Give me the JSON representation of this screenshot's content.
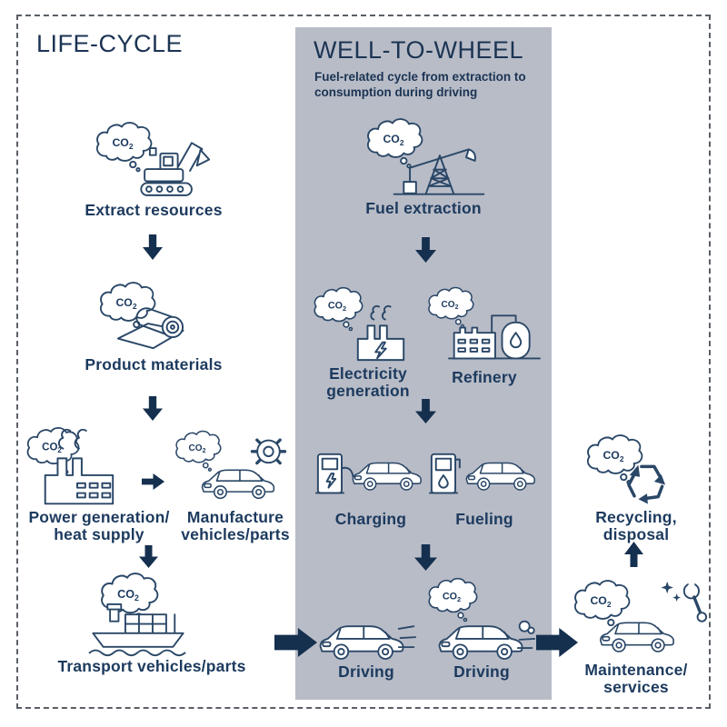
{
  "colors": {
    "navy_arrow": "#152f4e",
    "label_text": "#1c3a5e",
    "band_bg": "#b8bcc7",
    "border_gray": "#5a5f66",
    "icon_stroke": "#2a4767",
    "title_text": "#1b3453"
  },
  "lifecycle": {
    "title": "LIFE-CYCLE"
  },
  "well_to_wheel": {
    "title": "WELL-TO-WHEEL",
    "subtitle_line1": "Fuel-related cycle from extraction to",
    "subtitle_line2": "consumption during driving"
  },
  "co2": {
    "main": "CO",
    "sub": "2"
  },
  "stages": {
    "extract_resources": {
      "label": "Extract resources",
      "icon": "excavator-icon",
      "has_co2": true
    },
    "product_materials": {
      "label": "Product materials",
      "icon": "material-roll-icon",
      "has_co2": true
    },
    "power_generation": {
      "label_line1": "Power generation/",
      "label_line2": "heat supply",
      "icon": "factory-icon",
      "has_co2": true
    },
    "manufacture": {
      "label_line1": "Manufacture",
      "label_line2": "vehicles/parts",
      "icon": "car-gear-icon",
      "has_co2": true
    },
    "transport": {
      "label": "Transport vehicles/parts",
      "icon": "ship-icon",
      "has_co2": true
    },
    "fuel_extraction": {
      "label": "Fuel extraction",
      "icon": "oil-pump-icon",
      "has_co2": true
    },
    "electricity_generation": {
      "label_line1": "Electricity",
      "label_line2": "generation",
      "icon": "power-plant-icon",
      "has_co2": true
    },
    "refinery": {
      "label": "Refinery",
      "icon": "refinery-icon",
      "has_co2": true
    },
    "charging": {
      "label": "Charging",
      "icon": "charging-car-icon",
      "has_co2": false
    },
    "fueling": {
      "label": "Fueling",
      "icon": "fueling-car-icon",
      "has_co2": false
    },
    "driving_left": {
      "label": "Driving",
      "icon": "driving-car-icon",
      "has_co2": false
    },
    "driving_right": {
      "label": "Driving",
      "icon": "driving-car-exhaust-icon",
      "has_co2": true
    },
    "recycling": {
      "label_line1": "Recycling,",
      "label_line2": "disposal",
      "icon": "recycle-icon",
      "has_co2": true
    },
    "maintenance": {
      "label_line1": "Maintenance/",
      "label_line2": "services",
      "icon": "car-wrench-icon",
      "has_co2": true
    }
  },
  "flow_arrows": [
    {
      "name": "arrow-extract-to-materials",
      "direction": "down"
    },
    {
      "name": "arrow-materials-to-power",
      "direction": "down"
    },
    {
      "name": "arrow-power-to-manufacture",
      "direction": "right"
    },
    {
      "name": "arrow-manufacture-to-transport",
      "direction": "down"
    },
    {
      "name": "arrow-transport-to-driving",
      "direction": "right"
    },
    {
      "name": "arrow-fuel-extraction-down",
      "direction": "down"
    },
    {
      "name": "arrow-electricity-refinery-down",
      "direction": "down"
    },
    {
      "name": "arrow-charging-fueling-down",
      "direction": "down"
    },
    {
      "name": "arrow-driving-to-maintenance",
      "direction": "right"
    },
    {
      "name": "arrow-maintenance-to-recycling",
      "direction": "up"
    }
  ]
}
